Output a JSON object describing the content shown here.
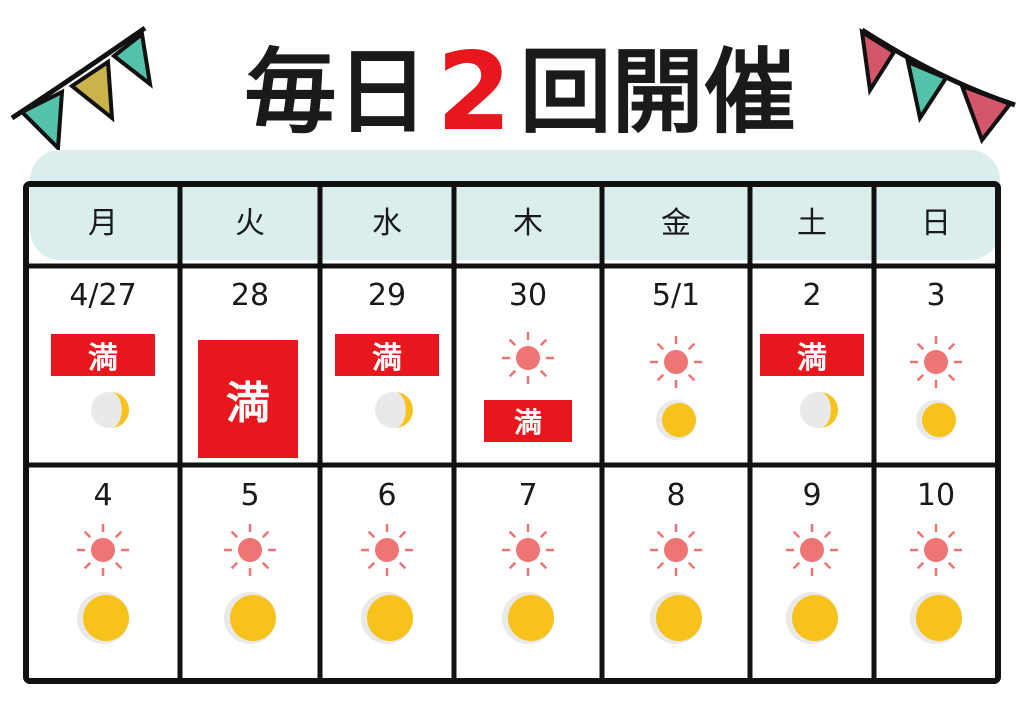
{
  "title": {
    "p1": "毎日",
    "num": "2",
    "p2": "回開催"
  },
  "weekdays": [
    "月",
    "火",
    "水",
    "木",
    "金",
    "土",
    "日"
  ],
  "full_label": "満",
  "week1": [
    {
      "date": "4/27",
      "status": "full-moon-partial"
    },
    {
      "date": "28",
      "status": "full"
    },
    {
      "date": "29",
      "status": "full-moon"
    },
    {
      "date": "30",
      "status": "sun-full"
    },
    {
      "date": "5/1",
      "status": "sun-moon"
    },
    {
      "date": "2",
      "status": "full-moon"
    },
    {
      "date": "3",
      "status": "sun-moon"
    }
  ],
  "week2": [
    {
      "date": "4",
      "status": "sun-moon"
    },
    {
      "date": "5",
      "status": "sun-moon"
    },
    {
      "date": "6",
      "status": "sun-moon"
    },
    {
      "date": "7",
      "status": "sun-moon"
    },
    {
      "date": "8",
      "status": "sun-moon"
    },
    {
      "date": "9",
      "status": "sun-moon"
    },
    {
      "date": "10",
      "status": "sun-moon"
    }
  ],
  "colors": {
    "red": "#e8171d",
    "sun": "#ef7474",
    "moon": "#f7c21b",
    "header": "#d6ecec"
  }
}
